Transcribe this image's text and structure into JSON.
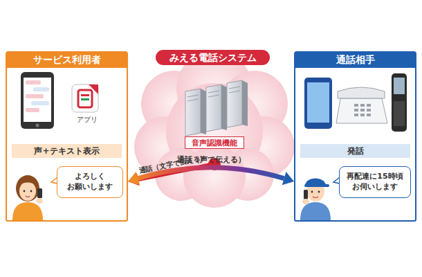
{
  "diagram": {
    "nodes": [
      {
        "text": [
          "サービス利用者"
        ]
      },
      {
        "text": [
          "声+テキスト表示"
        ],
        "in": 0
      },
      {
        "text": [
          "よろしく お願いします"
        ],
        "in": 0
      },
      {
        "text": [
          "みえる電話システム"
        ]
      },
      {
        "text": [
          "音声認識機能"
        ],
        "in": 3
      },
      {
        "text": [
          "通話相手"
        ]
      },
      {
        "text": [
          "発話"
        ],
        "in": 5
      },
      {
        "text": [
          "再配達に15時頃 お伺いします"
        ],
        "in": 5
      }
    ],
    "edges": [
      {
        "from": 3,
        "to": 0,
        "arrow": "to",
        "label": "通話（文字で伝える）"
      },
      {
        "from": 0,
        "to": 5,
        "arrow": "both",
        "label": "通話（声で伝える）"
      }
    ],
    "labels": [
      "アプリ"
    ]
  }
}
